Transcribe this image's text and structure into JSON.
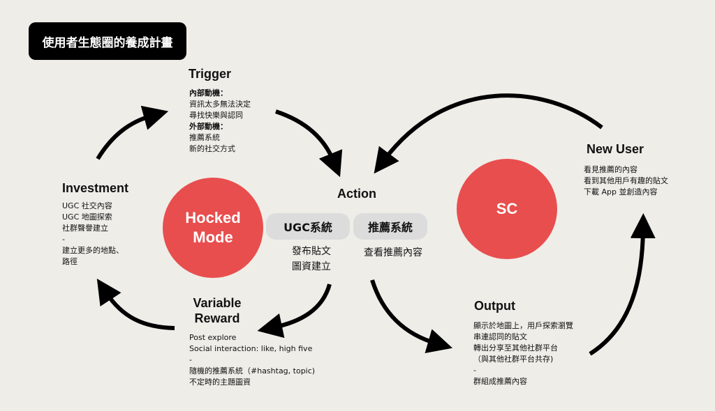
{
  "title": "使用者生態圈的養成計畫",
  "hooked": {
    "line1": "Hocked",
    "line2": "Mode"
  },
  "sc": {
    "label": "SC"
  },
  "trigger": {
    "heading": "Trigger",
    "lines": [
      "內部動機：",
      "資訊太多無法決定",
      "尋找快樂與認同",
      "外部動機：",
      "推薦系統",
      "新的社交方式"
    ]
  },
  "action": {
    "heading": "Action",
    "ugc": {
      "label": "UGC系統",
      "lines": [
        "發布貼文",
        "圖資建立"
      ]
    },
    "rec": {
      "label": "推薦系統",
      "lines": [
        "查看推薦內容"
      ]
    }
  },
  "investment": {
    "heading": "Investment",
    "lines": [
      "UGC 社交內容",
      "UGC 地圖探索",
      "社群聲譽建立",
      "-",
      "建立更多的地點、",
      "路徑"
    ]
  },
  "variable_reward": {
    "heading_line1": "Variable",
    "heading_line2": "Reward",
    "lines": [
      "Post explore",
      "Social interaction: like, high five",
      "-",
      "隨機的推薦系統（#hashtag, topic)",
      "不定時的主題圖資"
    ]
  },
  "new_user": {
    "heading": "New User",
    "lines": [
      "看見推薦的內容",
      "看到其他用戶有趣的貼文",
      "下載 App 並創造內容"
    ]
  },
  "output": {
    "heading": "Output",
    "lines": [
      "顯示於地圖上，用戶探索瀏覽",
      "串連認同的貼文",
      "轉出分享至其他社群平台",
      "（與其他社群平台共存)",
      "-",
      "群組成推薦內容"
    ]
  }
}
